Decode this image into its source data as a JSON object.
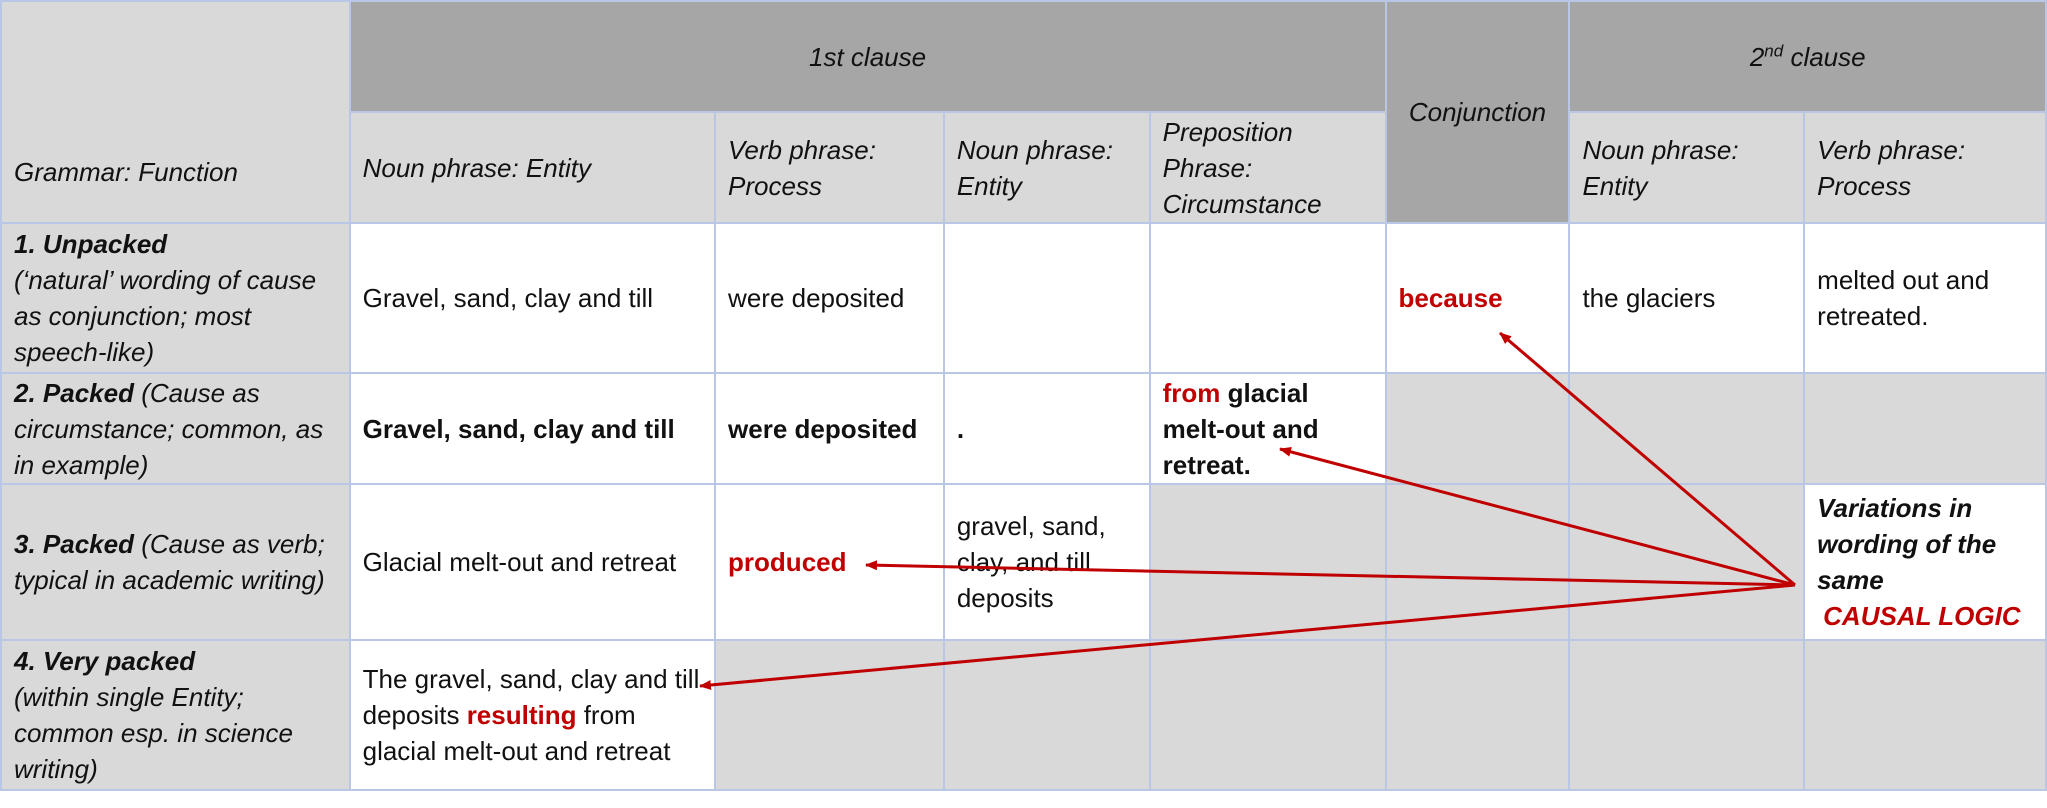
{
  "header": {
    "first_clause": "1st clause",
    "second_clause_base": "2",
    "second_clause_sup": "nd",
    "second_clause_rest": " clause",
    "grammar_function": "Grammar: Function",
    "conjunction": "Conjunction",
    "columns": {
      "c1": "Noun phrase: Entity",
      "c2": "Verb phrase: Process",
      "c3": "Noun phrase: Entity",
      "c4": "Preposition Phrase: Circumstance",
      "c6": "Noun phrase: Entity",
      "c7": "Verb phrase: Process"
    }
  },
  "rows": [
    {
      "label_bold": "1. Unpacked",
      "label_rest": "(‘natural’ wording of cause as conjunction; most speech-like)",
      "c1": "Gravel, sand, clay and till",
      "c2": "were deposited",
      "conj": "because",
      "c6": "the glaciers",
      "c7": "melted out and retreated."
    },
    {
      "label_bold": "2. Packed",
      "label_rest": " (Cause as circumstance; common, as in example)",
      "c1": "Gravel, sand, clay and till",
      "c2": "were deposited",
      "c3": ".",
      "c4_red": "from",
      "c4_rest": " glacial melt-out and retreat."
    },
    {
      "label_bold": "3. Packed",
      "label_rest": " (Cause as verb; typical in academic writing)",
      "c1": "Glacial melt-out and retreat",
      "c2": "produced",
      "c3": "gravel, sand, clay, and till deposits",
      "note": "Variations in wording of the same",
      "note_red": "CAUSAL LOGIC"
    },
    {
      "label_bold": "4. Very packed",
      "label_rest": "(within single Entity; common esp. in science writing)",
      "c1_pre": "The gravel, sand, clay and till deposits ",
      "c1_red": "resulting",
      "c1_post": " from glacial melt-out and retreat"
    }
  ],
  "colors": {
    "accent_red": "#c00000",
    "header_dark": "#a6a6a6",
    "header_light": "#d9d9d9",
    "border": "#b9c7e4"
  }
}
